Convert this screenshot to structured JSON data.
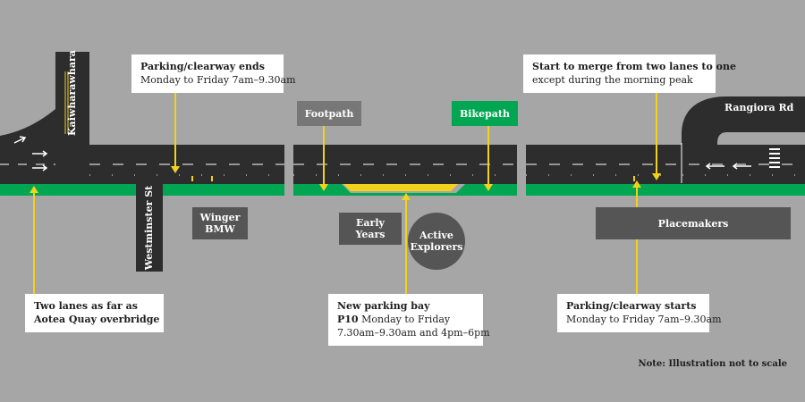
{
  "colors": {
    "background": "#a6a6a6",
    "road": "#2d2d2d",
    "verge": "#00a651",
    "arrow": "#f2d21b",
    "label_dark": "#555555",
    "label_light": "#777777",
    "bikepath": "#00a651",
    "callout": "#ffffff"
  },
  "streets": {
    "kaiwharawhara": "Kaiwharawhara",
    "westminster": "Westminster St",
    "rangiora": "Rangiora Rd"
  },
  "places": {
    "winger": "Winger BMW",
    "early_years": "Early Years",
    "active_explorers": "Active Explorers",
    "placemakers": "Placemakers"
  },
  "paths": {
    "footpath": "Footpath",
    "bikepath": "Bikepath"
  },
  "callouts": {
    "clearway_end": {
      "title": "Parking/clearway ends",
      "text": "Monday to Friday 7am–9.30am"
    },
    "merge": {
      "title": "Start to merge from two lanes to one",
      "text": "except during the morning peak"
    },
    "two_lanes": {
      "line1": "Two lanes as far as",
      "line2": "Aotea Quay overbridge"
    },
    "parking_bay": {
      "title": "New parking bay",
      "code": "P10",
      "text1": "Monday to Friday",
      "text2": "7.30am–9.30am and 4pm–6pm"
    },
    "clearway_start": {
      "title": "Parking/clearway starts",
      "text": "Monday to Friday 7am–9.30am"
    }
  },
  "note": "Note: Illustration not to scale"
}
